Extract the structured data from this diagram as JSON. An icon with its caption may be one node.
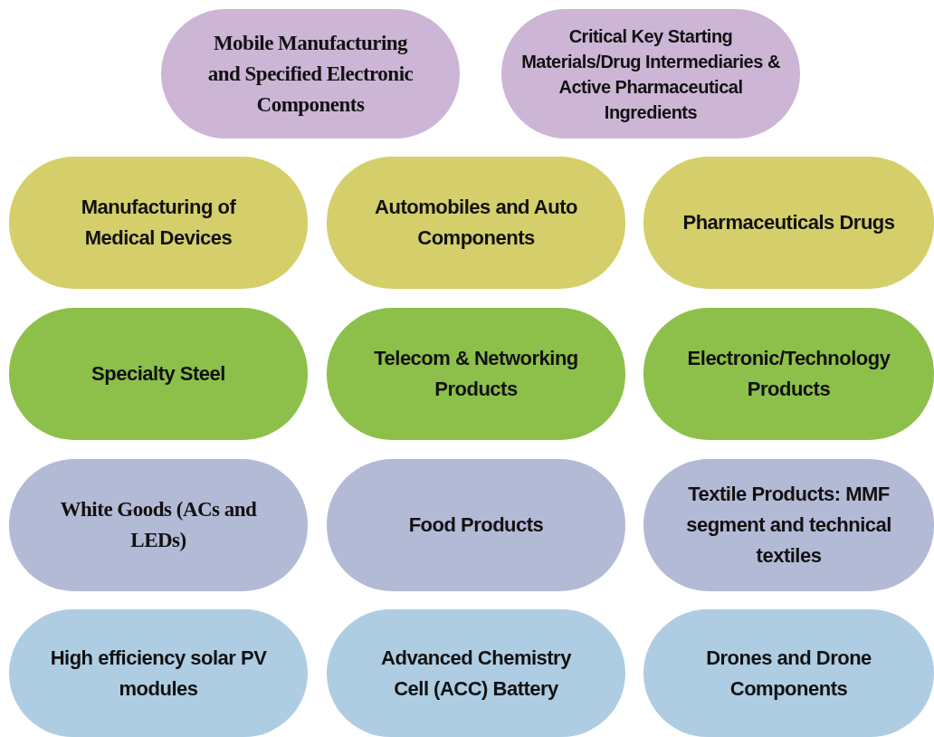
{
  "diagram": {
    "nodes": [
      {
        "text": [
          "Mobile Manufacturing and Specified Electronic Components"
        ]
      },
      {
        "text": [
          "Critical Key Starting Materials/Drug Intermediaries & Active Pharmaceutical Ingredients"
        ]
      },
      {
        "text": [
          "Manufacturing of Medical Devices"
        ]
      },
      {
        "text": [
          "Automobiles and Auto Components"
        ]
      },
      {
        "text": [
          "Pharmaceuticals Drugs"
        ]
      },
      {
        "text": [
          "Specialty Steel"
        ]
      },
      {
        "text": [
          "Telecom & Networking Products"
        ]
      },
      {
        "text": [
          "Electronic/Technology Products"
        ]
      },
      {
        "text": [
          "White Goods (ACs and LEDs)"
        ]
      },
      {
        "text": [
          "Food Products"
        ]
      },
      {
        "text": [
          "Textile Products: MMF segment and technical textiles"
        ]
      },
      {
        "text": [
          "High efficiency solar PV modules"
        ]
      },
      {
        "text": [
          "Advanced Chemistry Cell (ACC) Battery"
        ]
      },
      {
        "text": [
          "Drones and Drone Components"
        ]
      }
    ]
  }
}
